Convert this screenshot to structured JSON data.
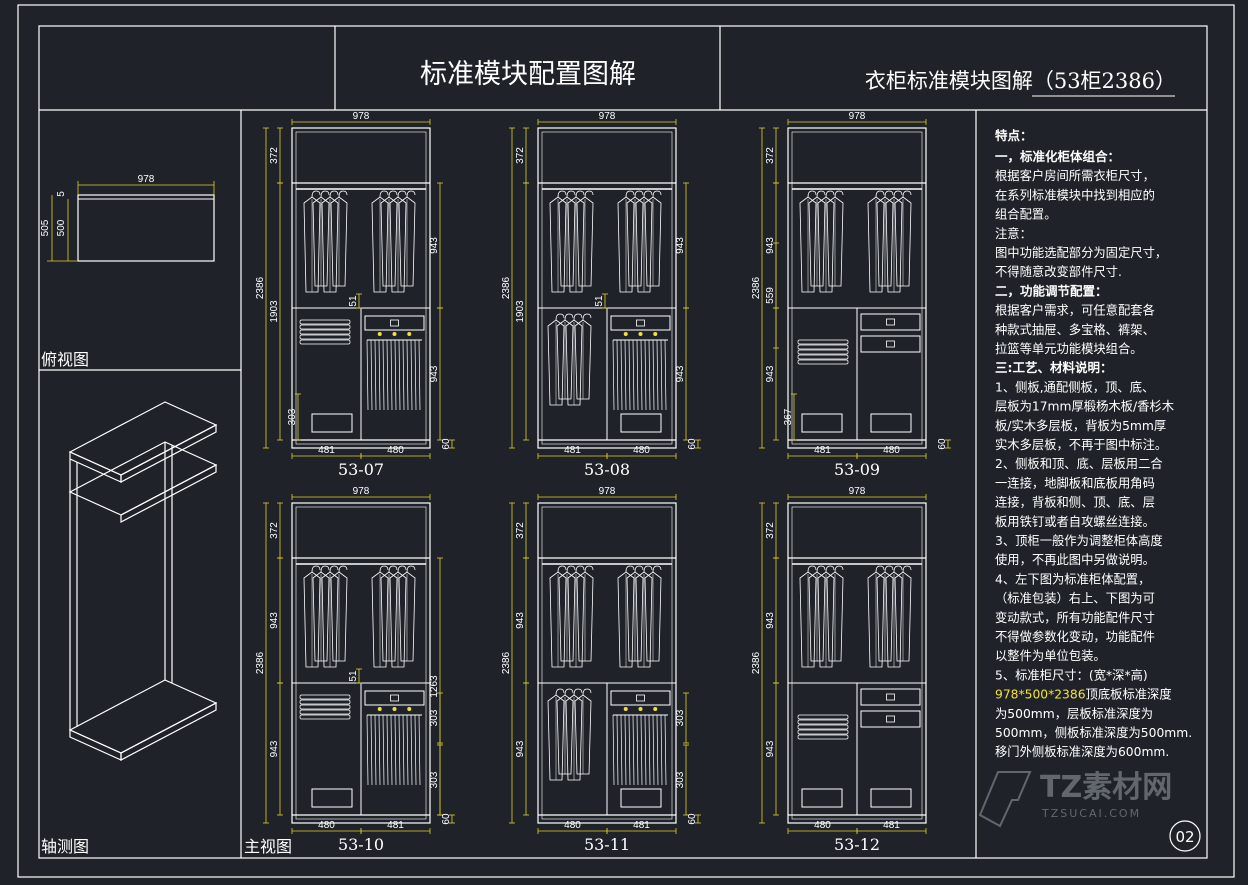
{
  "header": {
    "main_title": "标准模块配置图解",
    "sub_title": "衣柜标准模块图解（53柜2386）"
  },
  "views": {
    "top_view": "俯视图",
    "axonometric": "轴测图",
    "front_view": "主视图"
  },
  "top_view_dims": {
    "width": "978",
    "depth_outer": "505",
    "depth_inner": "500",
    "back": "5"
  },
  "cabinets": [
    {
      "code": "53-07",
      "width": "978",
      "top": "372",
      "total": "2386",
      "hang": "1903",
      "upper_right": "943",
      "lower_right": "943",
      "shelf": "303",
      "drawer": "51",
      "base": "60",
      "left": "481",
      "right": "480"
    },
    {
      "code": "53-08",
      "width": "978",
      "top": "372",
      "total": "2386",
      "hang": "1903",
      "upper_right": "943",
      "lower_right": "943",
      "drawer": "51",
      "base": "60",
      "left": "481",
      "right": "480"
    },
    {
      "code": "53-09",
      "width": "978",
      "top": "372",
      "total": "2386",
      "upper": "943",
      "mid": "559",
      "lower": "943",
      "shelf": "367",
      "base": "60",
      "left": "481",
      "right": "480"
    },
    {
      "code": "53-10",
      "width": "978",
      "top": "372",
      "total": "2386",
      "upper": "943",
      "lower": "943",
      "hang_right": "1263",
      "drawer": "51",
      "shelf1": "303",
      "shelf2": "303",
      "base": "60",
      "left": "480",
      "right": "481"
    },
    {
      "code": "53-11",
      "width": "978",
      "top": "372",
      "total": "2386",
      "upper": "943",
      "lower": "943",
      "shelf1": "303",
      "shelf2": "303",
      "base": "60",
      "left": "480",
      "right": "481"
    },
    {
      "code": "53-12",
      "width": "978",
      "top": "372",
      "total": "2386",
      "upper": "943",
      "lower": "943",
      "left": "480",
      "right": "481"
    }
  ],
  "notes": [
    {
      "text": "特点：",
      "style": "title"
    },
    {
      "text": "一，标准化柜体组合：",
      "style": "bold"
    },
    {
      "text": "根据客户房间所需衣柜尺寸，",
      "style": "normal"
    },
    {
      "text": "在系列标准模块中找到相应的",
      "style": "normal"
    },
    {
      "text": "组合配置。",
      "style": "normal"
    },
    {
      "text": "注意：",
      "style": "normal"
    },
    {
      "text": "图中功能选配部分为固定尺寸，",
      "style": "normal"
    },
    {
      "text": "不得随意改变部件尺寸.",
      "style": "normal"
    },
    {
      "text": "二，功能调节配置：",
      "style": "bold"
    },
    {
      "text": "根据客户需求，可任意配套各",
      "style": "normal"
    },
    {
      "text": "种款式抽屉、多宝格、裤架、",
      "style": "normal"
    },
    {
      "text": "拉篮等单元功能模块组合。",
      "style": "normal"
    },
    {
      "text": "三:工艺、材料说明：",
      "style": "bold"
    },
    {
      "text": "1、侧板,通配侧板，顶、底、",
      "style": "normal"
    },
    {
      "text": "层板为17mm厚椴杨木板/香杉木",
      "style": "normal"
    },
    {
      "text": "板/实木多层板，背板为5mm厚",
      "style": "normal"
    },
    {
      "text": "实木多层板，不再于图中标注。",
      "style": "normal"
    },
    {
      "text": "2、侧板和顶、底、层板用二合",
      "style": "normal"
    },
    {
      "text": "一连接，地脚板和底板用角码",
      "style": "normal"
    },
    {
      "text": "连接，背板和侧、顶、底、层",
      "style": "normal"
    },
    {
      "text": "板用铁钉或者自攻螺丝连接。",
      "style": "normal"
    },
    {
      "text": "3、顶柜一般作为调整柜体高度",
      "style": "normal"
    },
    {
      "text": "使用，不再此图中另做说明。",
      "style": "normal"
    },
    {
      "text": "4、左下图为标准柜体配置，",
      "style": "normal"
    },
    {
      "text": "（标准包装）右上、下图为可",
      "style": "normal"
    },
    {
      "text": "变动款式，所有功能配件尺寸",
      "style": "normal"
    },
    {
      "text": "不得做参数化变动，功能配件",
      "style": "normal"
    },
    {
      "text": "以整件为单位包装。",
      "style": "normal"
    },
    {
      "text": "5、标准柜尺寸：(宽*深*高)",
      "style": "normal"
    },
    {
      "text": "978*500*2386",
      "style": "yellow",
      "suffix": "顶底板标准深度"
    },
    {
      "text": "为500mm，层板标准深度为",
      "style": "normal"
    },
    {
      "text": "500mm，侧板标准深度为500mm.",
      "style": "normal"
    },
    {
      "text": "移门外侧板标准深度为600mm.",
      "style": "normal"
    }
  ],
  "watermark": {
    "brand": "TZ素材网",
    "url": "TZSUCAI.COM"
  },
  "page_number": "02",
  "colors": {
    "background": "#1f2329",
    "line": "#ffffff",
    "dimension": "#e3cf2a",
    "highlight": "#f2e13a"
  }
}
